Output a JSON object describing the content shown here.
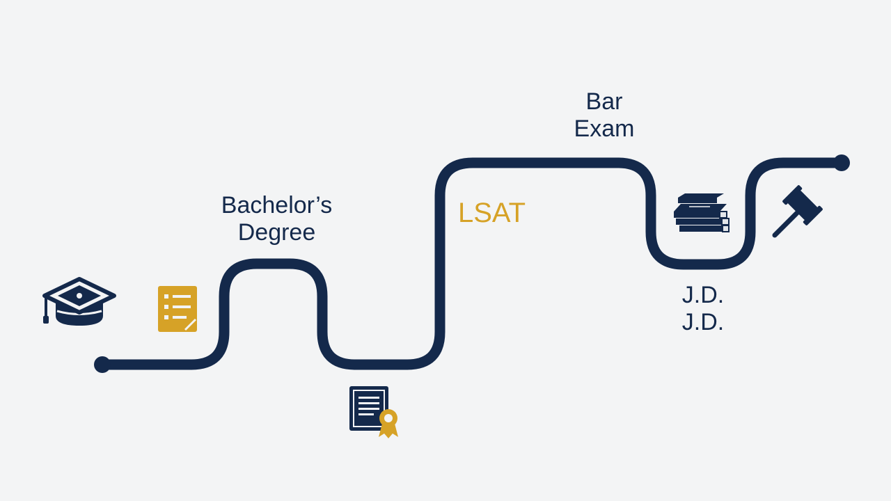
{
  "colors": {
    "background": "#f3f4f5",
    "navy": "#14294b",
    "gold": "#d6a227"
  },
  "labels": {
    "bachelors_line1": "Bachelor’s",
    "bachelors_line2": "Degree",
    "lsat": "LSAT",
    "bar_line1": "Bar",
    "bar_line2": "Exam",
    "jd_line1": "J.D.",
    "jd_line2": "J.D."
  },
  "icons": [
    "graduation-cap-icon",
    "checklist-icon",
    "certificate-icon",
    "books-icon",
    "gavel-icon"
  ]
}
